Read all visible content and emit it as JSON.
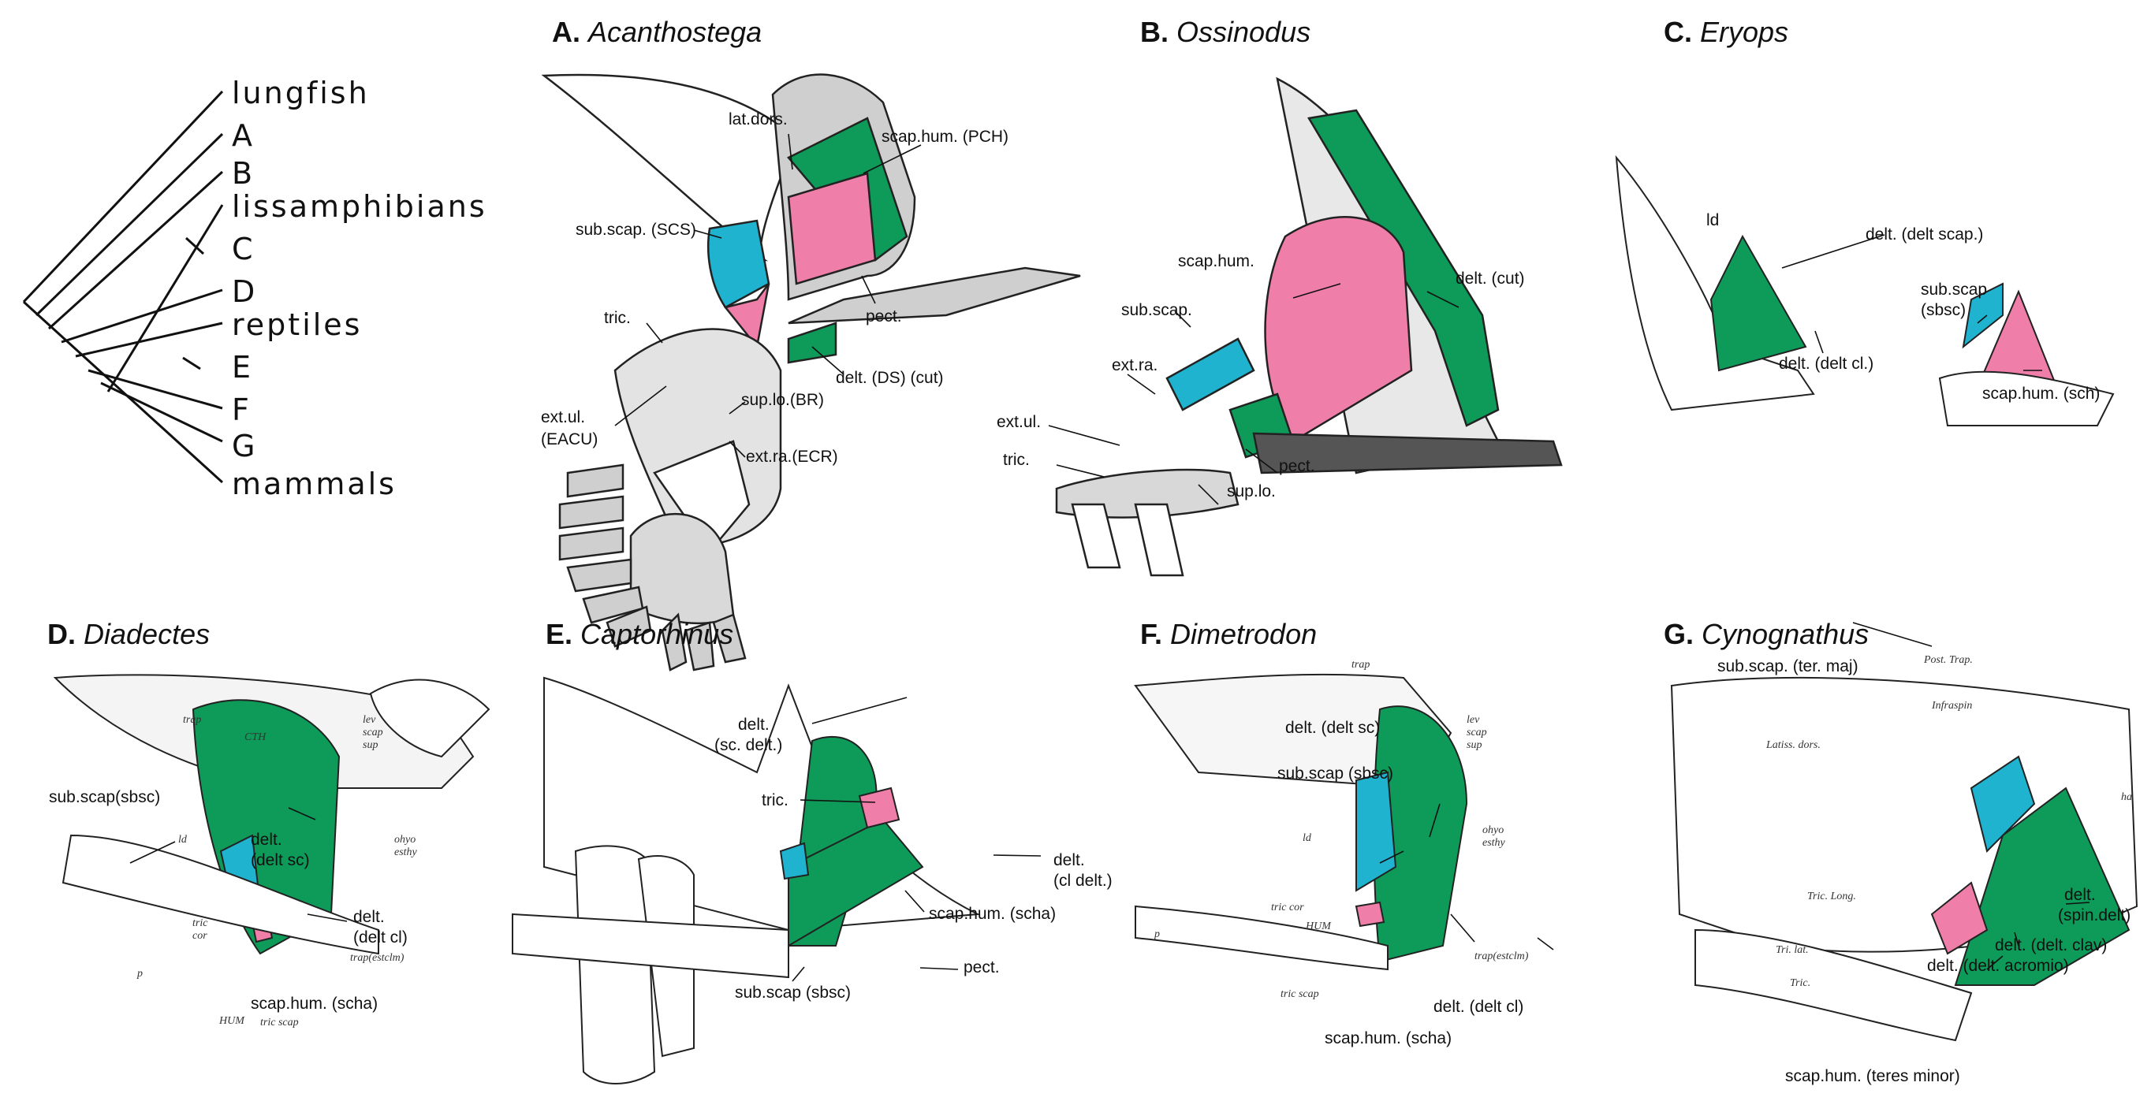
{
  "colors": {
    "green": "#0e9a58",
    "pink": "#ef7ea8",
    "blue": "#1fb3cf",
    "grey": "#cfcfcf",
    "outline": "#222222"
  },
  "cladogram": {
    "taxa": [
      "lungfish",
      "A",
      "B",
      "lissamphibians",
      "C",
      "D",
      "reptiles",
      "E",
      "F",
      "G",
      "mammals"
    ]
  },
  "panels": [
    {
      "letter": "A.",
      "name": "Acanthostega",
      "labels": [
        "lat.dors.",
        "scap.hum. (PCH)",
        "sub.scap. (SCS)",
        "tric.",
        "pect.",
        "delt. (DS) (cut)",
        "sup.lo.(BR)",
        "ext.ul.",
        "(EACU)",
        "ext.ra.(ECR)"
      ]
    },
    {
      "letter": "B.",
      "name": "Ossinodus",
      "labels": [
        "scap.hum.",
        "delt. (cut)",
        "sub.scap.",
        "ext.ra.",
        "ext.ul.",
        "tric.",
        "pect.",
        "sup.lo."
      ]
    },
    {
      "letter": "C.",
      "name": "Eryops",
      "labels": [
        "ld",
        "delt. (delt scap.)",
        "sub.scap",
        "(sbsc)",
        "delt. (delt cl.)",
        "scap.hum. (sch)"
      ]
    },
    {
      "letter": "D.",
      "name": "Diadectes",
      "labels": [
        "sub.scap(sbsc)",
        "delt.",
        "(delt sc)",
        "delt.",
        "(delt cl)",
        "scap.hum. (scha)"
      ],
      "tiny": [
        "trap",
        "CTH",
        "lev",
        "scap",
        "sup",
        "ld",
        "ohyo",
        "esthy",
        "tric",
        "cor",
        "trap(estclm)",
        "p",
        "HUM",
        "tric scap"
      ]
    },
    {
      "letter": "E.",
      "name": "Captorhinus",
      "labels": [
        "delt.",
        "(sc. delt.)",
        "tric.",
        "delt.",
        "(cl delt.)",
        "scap.hum. (scha)",
        "pect.",
        "sub.scap (sbsc)"
      ]
    },
    {
      "letter": "F.",
      "name": "Dimetrodon",
      "labels": [
        "delt. (delt sc)",
        "sub.scap (sbsc)",
        "delt. (delt cl)",
        "scap.hum. (scha)"
      ],
      "tiny": [
        "trap",
        "lev",
        "scap",
        "sup",
        "ld",
        "ohyo",
        "esthy",
        "tric cor",
        "HUM",
        "p",
        "trap(estclm)",
        "tric scap"
      ]
    },
    {
      "letter": "G.",
      "name": "Cynognathus",
      "labels": [
        "sub.scap. (ter. maj)",
        "delt.",
        "(spin.delt)",
        "delt. (delt. clav)",
        "delt. (delt. acromio)",
        "scap.hum. (teres minor)"
      ],
      "tiny": [
        "Post. Trap.",
        "Infraspin",
        "Latiss. dors.",
        "Tric. Long.",
        "Tri. lat.",
        "Tric.",
        "ha"
      ]
    }
  ]
}
